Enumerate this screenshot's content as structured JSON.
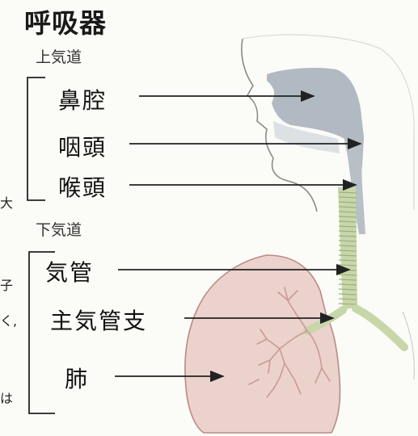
{
  "title": "呼吸器",
  "sections": {
    "upper": "上気道",
    "lower": "下気道"
  },
  "labels": {
    "nasal_cavity": "鼻腔",
    "pharynx": "咽頭",
    "larynx": "喉頭",
    "trachea": "気管",
    "bronchus": "主気管支",
    "lung": "肺"
  },
  "edge_fragments": [
    "大",
    "子",
    "く,",
    "は"
  ],
  "colors": {
    "airway_gray": "#a9b3bb",
    "trachea_green": "#c7d7aa",
    "lung_pink": "#ecd2cc",
    "bronchi_lines": "#c99a95",
    "line_dark": "#222222"
  }
}
